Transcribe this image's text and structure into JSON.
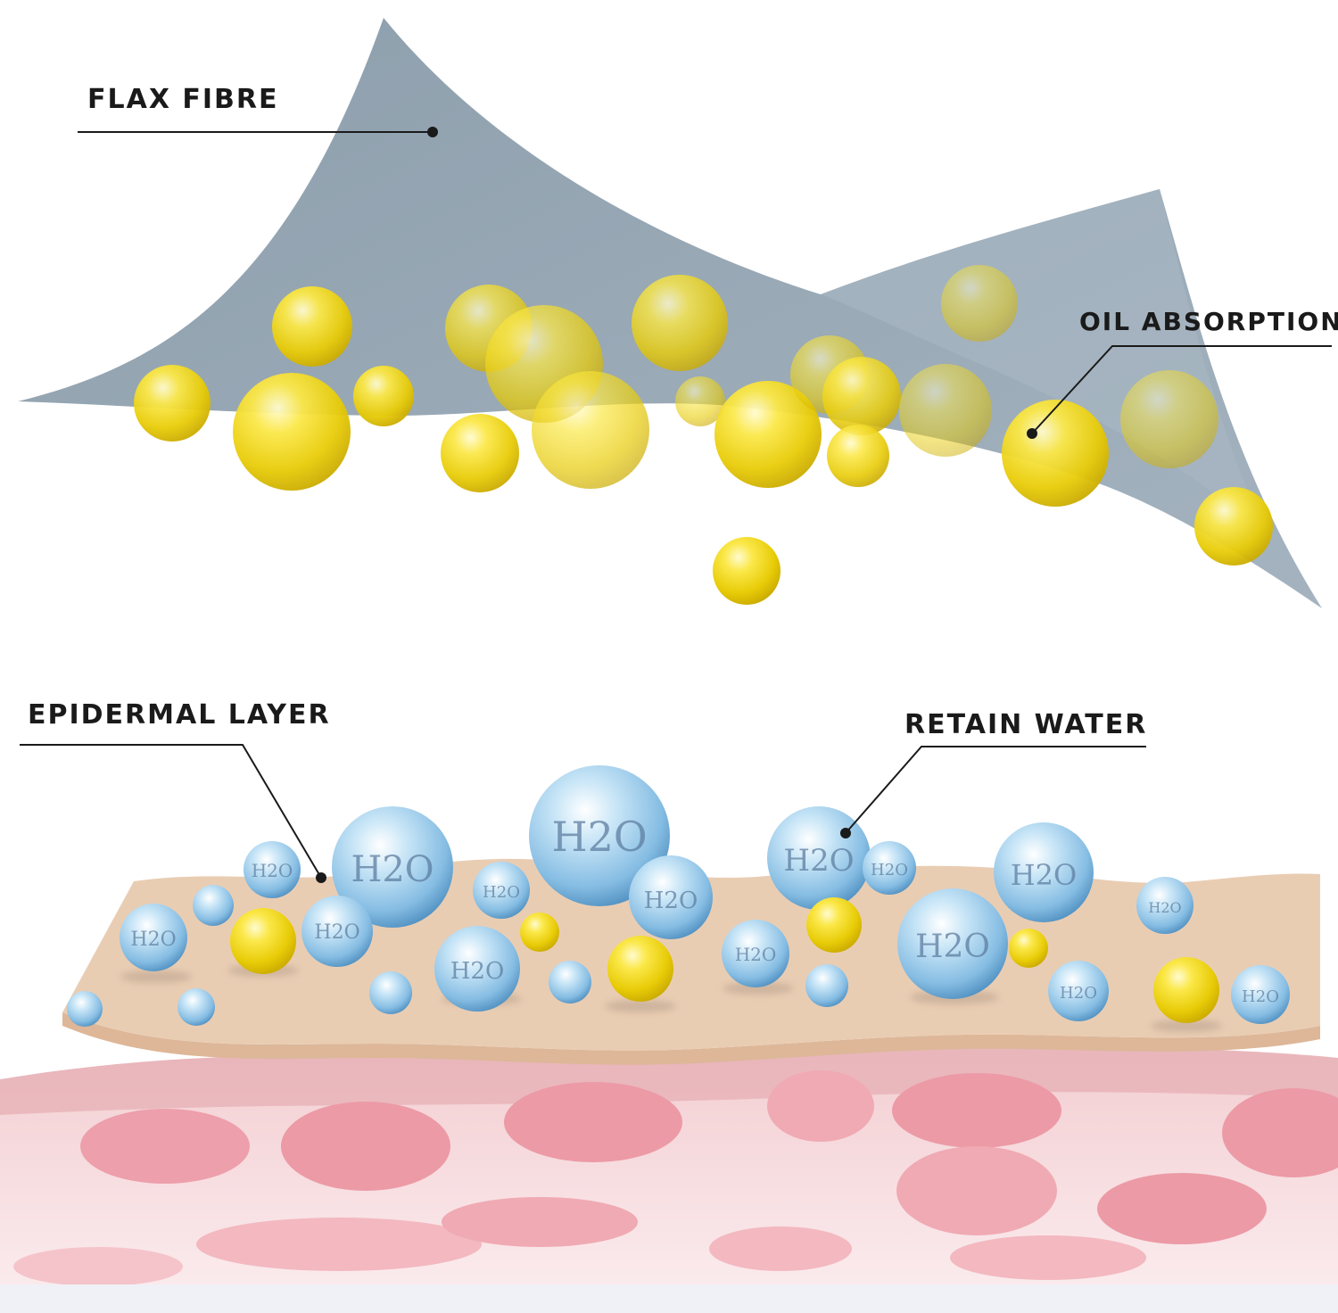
{
  "labels": {
    "flax_fibre": "FLAX FIBRE",
    "oil_absorption": "OIL ABSORPTION",
    "epidermal_layer": "EPIDERMAL LAYER",
    "retain_water": "RETAIN WATER"
  },
  "droplet_text": "H2O",
  "colors": {
    "fibre": "#97a8b6",
    "oil": "#f2d818",
    "water": "#8cc4e8",
    "epidermis": "#e9cdb3",
    "tissue": "#f7dfe2",
    "cells": "#ed9fab",
    "text": "#1a1a1a"
  }
}
